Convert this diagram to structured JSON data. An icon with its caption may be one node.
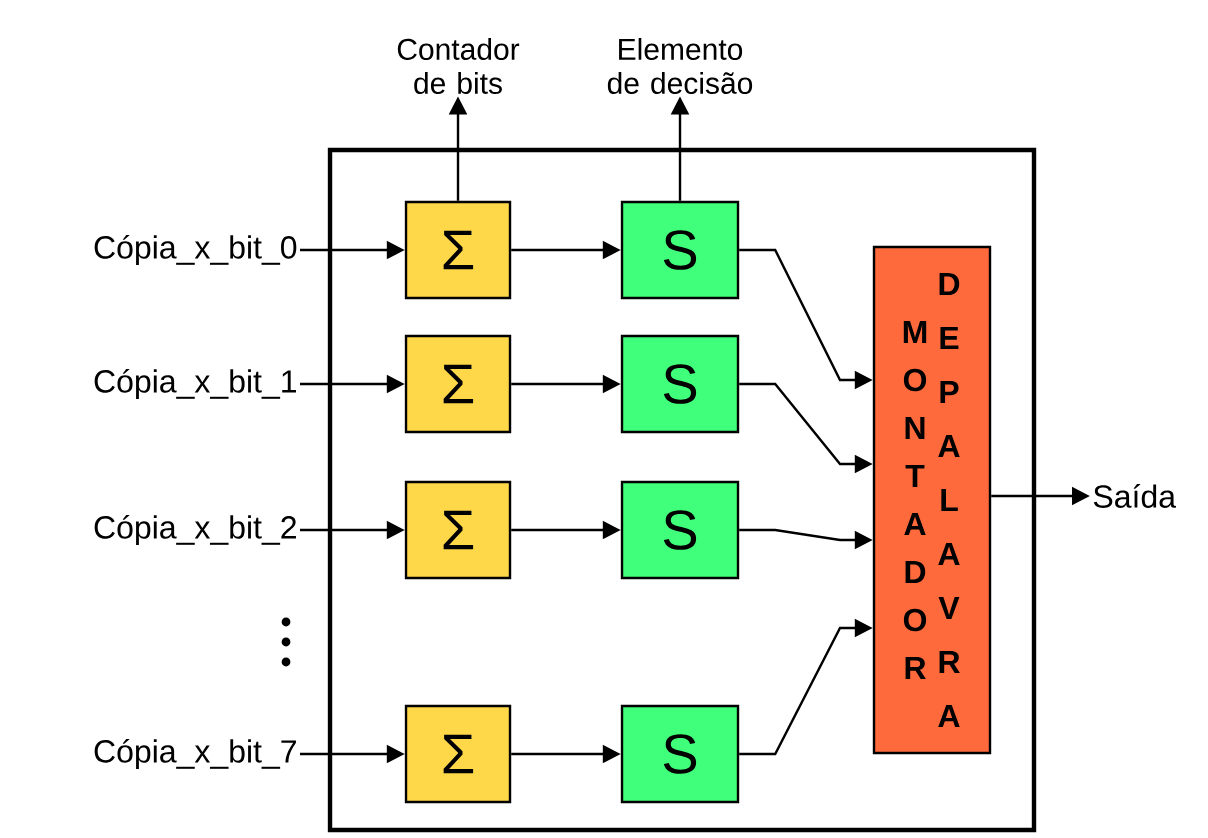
{
  "diagram": {
    "nodes": [
      {
        "text": [
          "Contador de bits"
        ]
      },
      {
        "text": [
          "Elemento de decisão"
        ]
      },
      {
        "text": [],
        "shape": "box"
      },
      {
        "text": [
          "Σ"
        ],
        "in": 2
      },
      {
        "text": [
          "Σ"
        ],
        "in": 2
      },
      {
        "text": [
          "Σ"
        ],
        "in": 2
      },
      {
        "text": [
          "Σ"
        ],
        "in": 2
      },
      {
        "text": [
          "S"
        ],
        "in": 2
      },
      {
        "text": [
          "S"
        ],
        "in": 2
      },
      {
        "text": [
          "S"
        ],
        "in": 2
      },
      {
        "text": [
          "S"
        ],
        "in": 2
      },
      {
        "text": [
          "MONTADOR",
          "DE PALAVRA"
        ],
        "in": 2
      },
      {
        "text": [
          "Cópia_x_bit_0"
        ]
      },
      {
        "text": [
          "Cópia_x_bit_1"
        ]
      },
      {
        "text": [
          "Cópia_x_bit_2"
        ]
      },
      {
        "text": [
          "Cópia_x_bit_7"
        ]
      },
      {
        "text": [
          "Saída"
        ]
      }
    ],
    "edges": [
      {
        "from": 12,
        "to": 3,
        "arrow": "to"
      },
      {
        "from": 13,
        "to": 4,
        "arrow": "to"
      },
      {
        "from": 14,
        "to": 5,
        "arrow": "to"
      },
      {
        "from": 15,
        "to": 6,
        "arrow": "to"
      },
      {
        "from": 3,
        "to": 7,
        "arrow": "to"
      },
      {
        "from": 4,
        "to": 8,
        "arrow": "to"
      },
      {
        "from": 5,
        "to": 9,
        "arrow": "to"
      },
      {
        "from": 6,
        "to": 10,
        "arrow": "to"
      },
      {
        "from": 7,
        "to": 11,
        "arrow": "to"
      },
      {
        "from": 8,
        "to": 11,
        "arrow": "to"
      },
      {
        "from": 9,
        "to": 11,
        "arrow": "to"
      },
      {
        "from": 10,
        "to": 11,
        "arrow": "to"
      },
      {
        "from": 3,
        "to": 0,
        "arrow": "to"
      },
      {
        "from": 7,
        "to": 1,
        "arrow": "to"
      },
      {
        "from": 11,
        "to": 16,
        "arrow": "to"
      }
    ]
  }
}
